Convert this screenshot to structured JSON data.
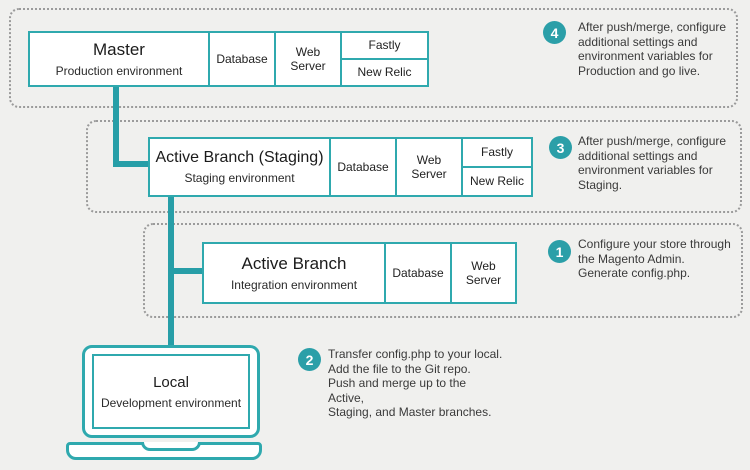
{
  "colors": {
    "background": "#f0f0ee",
    "teal_border": "#2fa9ae",
    "teal_connector": "#279ea7",
    "step_circle": "#2b9fa8",
    "dashed_zone": "#9b9b9b",
    "text": "#2e2e2e"
  },
  "environments": {
    "production": {
      "title": "Master",
      "subtitle": "Production environment",
      "database": "Database",
      "web_server": "Web\nServer",
      "fastly": "Fastly",
      "new_relic": "New Relic"
    },
    "staging": {
      "title": "Active Branch (Staging)",
      "subtitle": "Staging environment",
      "database": "Database",
      "web_server": "Web\nServer",
      "fastly": "Fastly",
      "new_relic": "New Relic"
    },
    "integration": {
      "title": "Active Branch",
      "subtitle": "Integration environment",
      "database": "Database",
      "web_server": "Web\nServer"
    },
    "local": {
      "title": "Local",
      "subtitle": "Development environment"
    }
  },
  "steps": [
    {
      "number": "4",
      "text": "After push/merge, configure\nadditional settings and\nenvironment variables for\nProduction and go live."
    },
    {
      "number": "3",
      "text": "After push/merge, configure\nadditional settings and\nenvironment variables for\nStaging."
    },
    {
      "number": "1",
      "text": "Configure your store through\nthe Magento Admin.\nGenerate config.php."
    },
    {
      "number": "2",
      "text": "Transfer config.php to your local.\nAdd the file to the Git repo.\nPush and merge up to the Active,\nStaging, and Master branches."
    }
  ]
}
